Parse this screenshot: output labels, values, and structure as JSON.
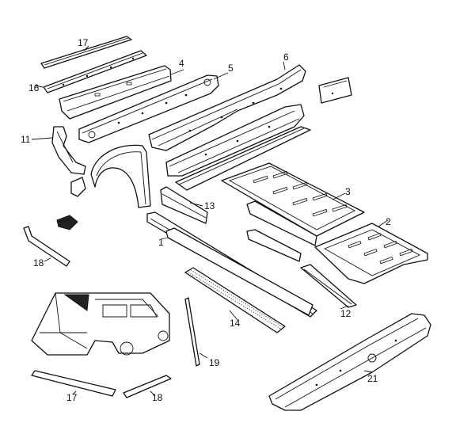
{
  "diagram": {
    "callouts": [
      {
        "id": "1",
        "label": "1"
      },
      {
        "id": "2",
        "label": "2"
      },
      {
        "id": "3",
        "label": "3"
      },
      {
        "id": "4",
        "label": "4"
      },
      {
        "id": "5",
        "label": "5"
      },
      {
        "id": "6",
        "label": "6"
      },
      {
        "id": "11",
        "label": "11"
      },
      {
        "id": "12",
        "label": "12"
      },
      {
        "id": "13",
        "label": "13"
      },
      {
        "id": "14",
        "label": "14"
      },
      {
        "id": "16",
        "label": "16"
      },
      {
        "id": "17a",
        "label": "17"
      },
      {
        "id": "17b",
        "label": "17"
      },
      {
        "id": "18a",
        "label": "18"
      },
      {
        "id": "18b",
        "label": "18"
      },
      {
        "id": "19",
        "label": "19"
      },
      {
        "id": "21",
        "label": "21"
      }
    ],
    "colors": {
      "line": "#111111",
      "background": "#ffffff"
    }
  }
}
